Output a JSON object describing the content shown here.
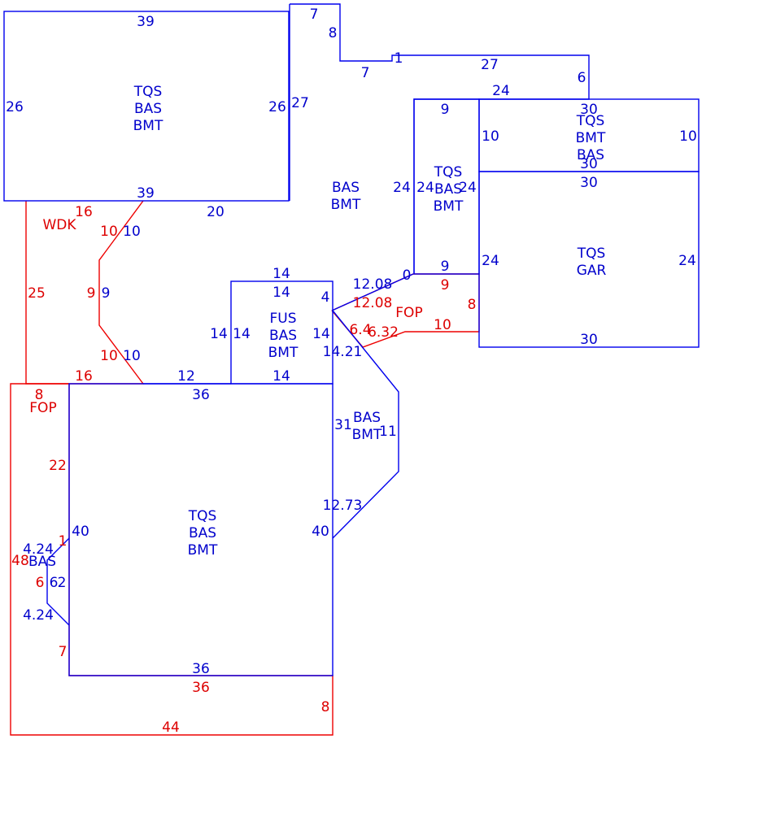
{
  "colors": {
    "building": "#0000cc",
    "exterior": "#dd0000"
  },
  "areas": {
    "a1": [
      "TQS",
      "BAS",
      "BMT"
    ],
    "a2": [
      "BAS",
      "BMT"
    ],
    "a3": [
      "TQS",
      "BAS",
      "BMT"
    ],
    "a4": [
      "TQS",
      "BMT",
      "BAS"
    ],
    "a5": [
      "TQS",
      "GAR"
    ],
    "a6": [
      "FUS",
      "BAS",
      "BMT"
    ],
    "a7": [
      "BAS",
      "BMT"
    ],
    "a8": [
      "TQS",
      "BAS",
      "BMT"
    ],
    "a9": [
      "BAS"
    ],
    "wdk": "WDK",
    "fop1": "FOP",
    "fop2": "FOP"
  },
  "dims": {
    "d1": "39",
    "d2": "26",
    "d3": "26",
    "d4": "39",
    "d5": "7",
    "d6": "8",
    "d7": "7",
    "d8": "1",
    "d9": "27",
    "d10": "6",
    "d11": "24",
    "d12": "27",
    "d13": "20",
    "d14": "9",
    "d15": "24",
    "d16": "24",
    "d17": "24",
    "d18": "9",
    "d19": "0",
    "d20": "30",
    "d21": "10",
    "d22": "10",
    "d23": "30",
    "d24": "30",
    "d25": "24",
    "d26": "24",
    "d27": "30",
    "d28": "10",
    "d29": "9",
    "d30": "10",
    "d31": "14",
    "d32": "14",
    "d33": "14",
    "d34": "14",
    "d35": "14",
    "d36": "14",
    "d37": "4",
    "d38": "12.08",
    "d39": "14.21",
    "d40": "12",
    "d41": "36",
    "d42": "31",
    "d43": "11",
    "d44": "12.73",
    "d45": "40",
    "d46": "40",
    "d47": "36",
    "d48": "4.24",
    "d49": "6",
    "d50": "2",
    "d51": "4.24"
  },
  "ext_dims": {
    "e1": "16",
    "e2": "10",
    "e3": "25",
    "e4": "9",
    "e5": "10",
    "e6": "16",
    "e7": "12.08",
    "e8": "9",
    "e9": "8",
    "e10": "6.4",
    "e11": "6.32",
    "e12": "10",
    "e13": "8",
    "e14": "22",
    "e15": "1",
    "e16": "48",
    "e17": "6",
    "e18": "7",
    "e19": "36",
    "e20": "8",
    "e21": "44"
  }
}
